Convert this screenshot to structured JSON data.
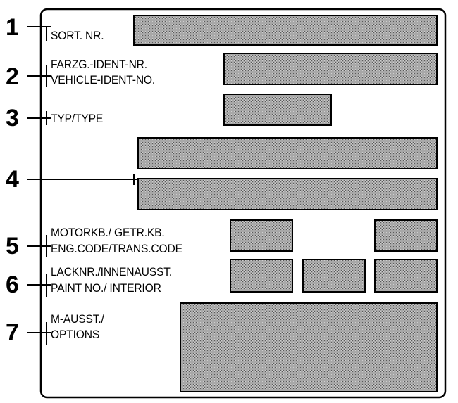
{
  "plate": {
    "colors": {
      "ink": "#000000",
      "field_fill": "#9a9a9a",
      "background": "#ffffff"
    },
    "rows": [
      {
        "number": "1",
        "lines": [
          "SORT. NR."
        ]
      },
      {
        "number": "2",
        "lines": [
          "FARZG.-IDENT-NR.",
          "VEHICLE-IDENT-NO."
        ]
      },
      {
        "number": "3",
        "lines": [
          "TYP/TYPE"
        ]
      },
      {
        "number": "4",
        "lines": []
      },
      {
        "number": "5",
        "lines": [
          "MOTORKB./ GETR.KB.",
          "ENG.CODE/TRANS.CODE"
        ]
      },
      {
        "number": "6",
        "lines": [
          "LACKNR./INNENAUSST.",
          "PAINT NO./ INTERIOR"
        ]
      },
      {
        "number": "7",
        "lines": [
          "M-AUSST./",
          "OPTIONS"
        ]
      }
    ]
  }
}
